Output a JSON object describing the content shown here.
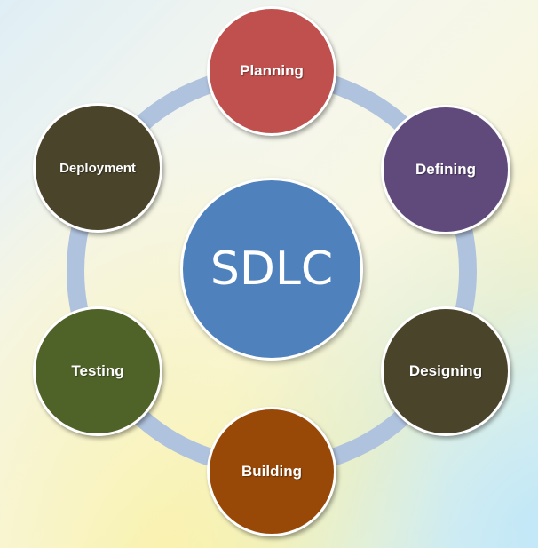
{
  "diagram": {
    "center": {
      "label": "SDLC",
      "color": "#4f81bd"
    },
    "ring_color": "#b0c3de",
    "phases": [
      {
        "label": "Planning",
        "color": "#c0504d"
      },
      {
        "label": "Defining",
        "color": "#604a7b"
      },
      {
        "label": "Designing",
        "color": "#4a442b"
      },
      {
        "label": "Building",
        "color": "#984807"
      },
      {
        "label": "Testing",
        "color": "#4f6228"
      },
      {
        "label": "Deployment",
        "color": "#4a442b"
      }
    ]
  }
}
